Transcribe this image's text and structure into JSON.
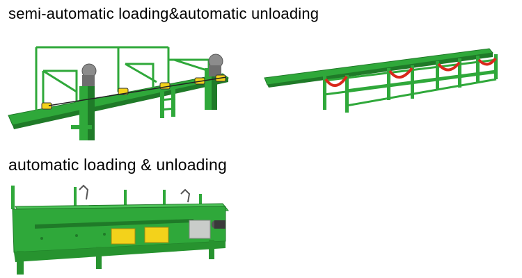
{
  "captions": {
    "semi_auto": "semi-automatic loading&automatic unloading",
    "auto": "automatic loading & unloading"
  },
  "colors": {
    "frame_green": "#2fa83a",
    "dark_green": "#1f7a28",
    "light_green": "#4cc257",
    "yellow": "#f3d21b",
    "red": "#d9281c",
    "gray_box": "#c9ccc9",
    "background": "#ffffff"
  },
  "machines": [
    {
      "name": "semi-automatic-loading-machine",
      "icon": "loading-line-icon"
    },
    {
      "name": "automatic-unloading-rack",
      "icon": "unloading-rack-icon"
    },
    {
      "name": "automatic-loading-unloading-machine",
      "icon": "enclosed-loader-icon"
    }
  ]
}
